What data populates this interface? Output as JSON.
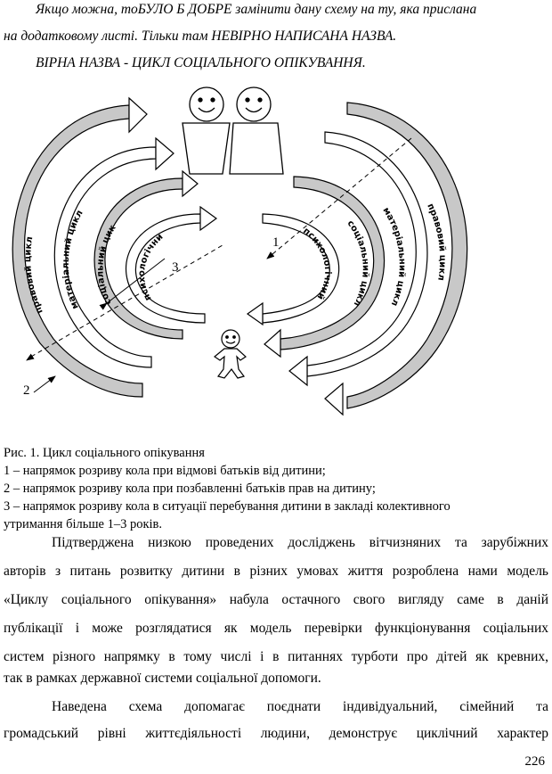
{
  "header": {
    "line1": "Якщо можна, тоБУЛО Б ДОБРЕ  замінити дану схему на ту, яка прислана",
    "line2": "на додатковому листі. Тільки там НЕВІРНО НАПИСАНА НАЗВА.",
    "line3": "ВІРНА НАЗВА - ЦИКЛ СОЦІАЛЬНОГО ОПІКУВАННЯ."
  },
  "diagram": {
    "left_labels": [
      "правовий цикл",
      "матеріальний цикл",
      "соціальний цикл",
      "психологічний цикл"
    ],
    "right_labels": [
      "правовий цикл",
      "матеріальний цикл",
      "соціальний цикл",
      "психологічний цикл"
    ],
    "markers": [
      "1",
      "2",
      "3"
    ]
  },
  "caption": {
    "title": "Рис. 1. Цикл соціального опікування",
    "item1": "1 – напрямок розриву кола при відмові батьків від дитини;",
    "item2": "2 – напрямок розриву кола при позбавленні батьків прав на дитину;",
    "item3a": "3 – напрямок розриву кола в ситуації перебування дитини в закладі колективного",
    "item3b": "утримання більше 1–3 років."
  },
  "body": {
    "p1": [
      "Підтверджена низкою проведених досліджень вітчизняних та зарубіжних",
      "авторів з питань розвитку дитини в різних умовах життя розроблена нами модель",
      "«Циклу соціального опікування» набула остачного свого вигляду саме в даній",
      "публікації і може розглядатися як модель перевірки функціонування соціальних",
      "систем різного напрямку в тому числі і в питаннях турботи про дітей як кревних,",
      "так в рамках державної системи соціальної допомоги."
    ],
    "p2": [
      "Наведена схема допомагає поєднати індивідуальний, сімейний та",
      "громадський рівні життєдіяльності людини, демонструє циклічний характер"
    ]
  },
  "page_number": "226"
}
